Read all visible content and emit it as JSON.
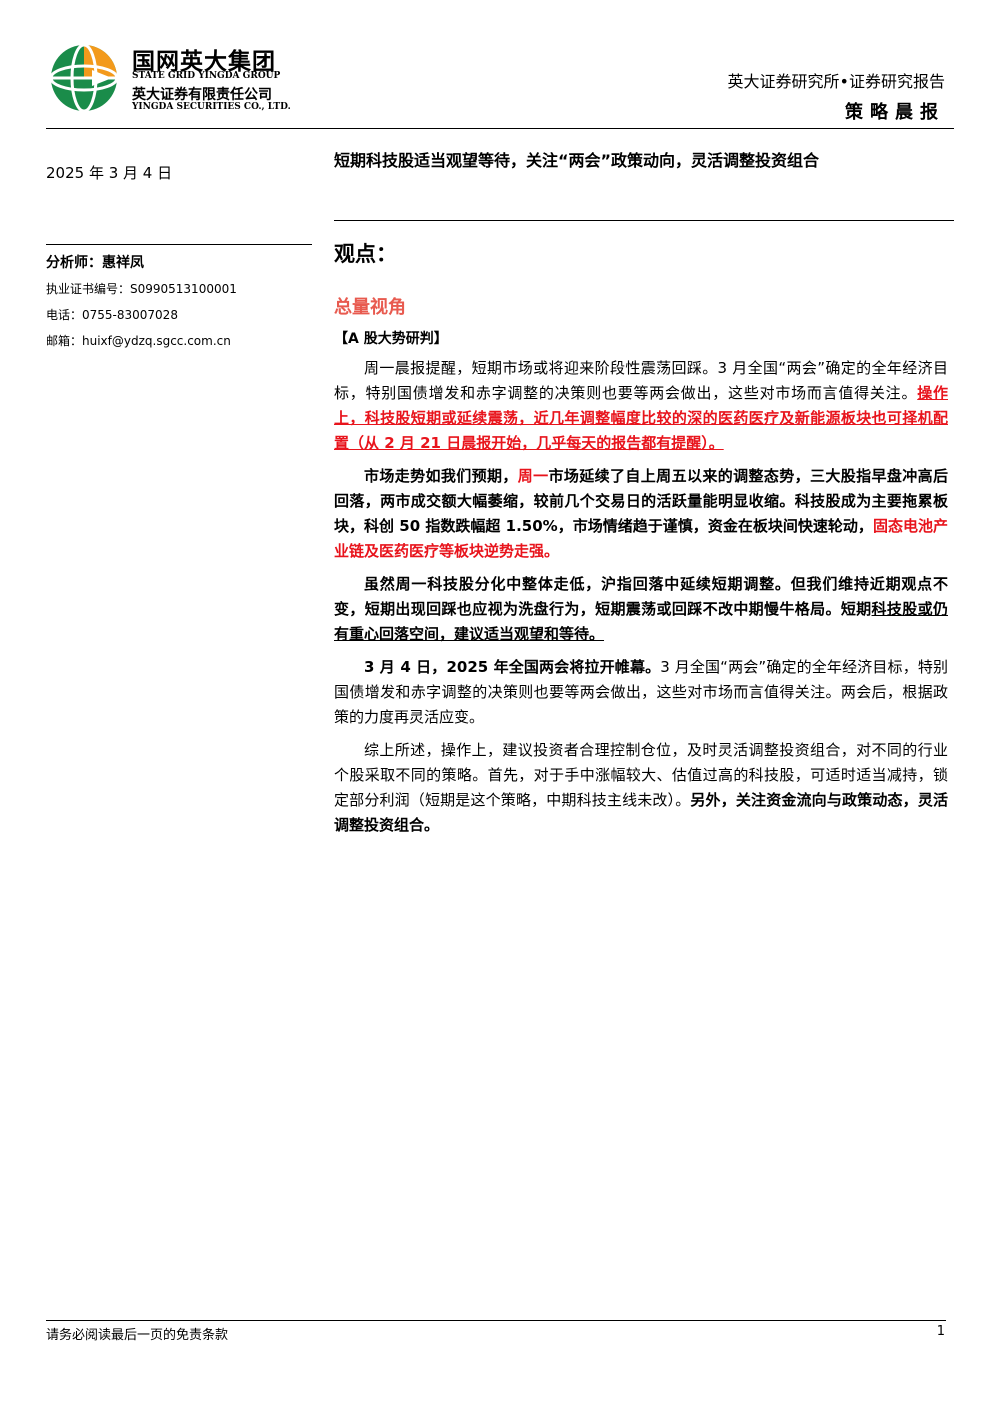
{
  "header": {
    "company_cn_group": "国网英大集团",
    "company_en_group": "STATE GRID YINGDA GROUP",
    "company_cn": "英大证券有限责任公司",
    "company_en": "YINGDA SECURITIES CO., LTD.",
    "organization": "英大证券研究所•证券研究报告",
    "report_type": "策略晨报",
    "logo_icon": "yingda-globe-logo-icon",
    "brand_colors": {
      "green": "#1a8c4a",
      "orange": "#f39a1c"
    }
  },
  "left": {
    "date": "2025 年 3 月 4 日",
    "analyst": "分析师：惠祥凤",
    "license": "执业证书编号：S0990513100001",
    "phone": "电话：0755-83007028",
    "email": "邮箱：huixf@ydzq.sgcc.com.cn"
  },
  "main": {
    "title": "短期科技股适当观望等待，关注“两会”政策动向，灵活调整投资组合",
    "viewpoint_heading": "观点：",
    "section_heading": "总量视角",
    "section_color": "#e85a4f",
    "subsection_heading": "【A 股大势研判】",
    "p1_a": "周一晨报提醒，短期市场或将迎来阶段性震荡回踩。3 月全国“两会”确定的全年经济目标，特别国债增发和赤字调整的决策则也要等两会做出，这些对市场而言值得关注。",
    "p1_b": "操作上，科技股短期或延续震荡，近几年调整幅度比较的深的医药医疗及新能源板块也可择机配置（从 2 月 21 日晨报开始，几乎每天的报告都有提醒）。",
    "p2_a": "市场走势如我们预期，",
    "p2_b": "周一",
    "p2_c": "市场延续了自上周五以来的调整态势，三大股指早盘冲高后回落，两市成交额大幅萎缩，较前几个交易日的活跃量能明显收缩。科技股成为主要拖累板块，科创 50 指数跌幅超 1.50%，市场情绪趋于谨慎，资金在板块间快速轮动，",
    "p2_d": "固态电池产业链及医药医疗等板块逆势走强。",
    "p3_a": "虽然周一科技股分化中整体走低，沪指回落中延续短期调整。但我们维持近期观点不变，短期出现回踩也应视为洗盘行为，短期震荡或回踩不改中期慢牛格局。短期",
    "p3_b": "科技股或仍有重心回落空间，建议适当观望和等待。",
    "p4_a": "3 月 4 日，2025 年全国两会将拉开帷幕。",
    "p4_b": "3 月全国“两会”确定的全年经济目标，特别国债增发和赤字调整的决策则也要等两会做出，这些对市场而言值得关注。两会后，根据政策的力度再灵活应变。",
    "p5_a": "综上所述，操作上，建议投资者合理控制仓位，及时灵活调整投资组合，对不同的行业个股采取不同的策略。首先，对于手中涨幅较大、估值过高的科技股，可适时适当减持，锁定部分利润（短期是这个策略，中期科技主线未改）。",
    "p5_b": "另外，关注资金流向与政策动态，灵活调整投资组合。"
  },
  "footer": {
    "disclaimer": "请务必阅读最后一页的免责条款",
    "page_number": "1"
  }
}
